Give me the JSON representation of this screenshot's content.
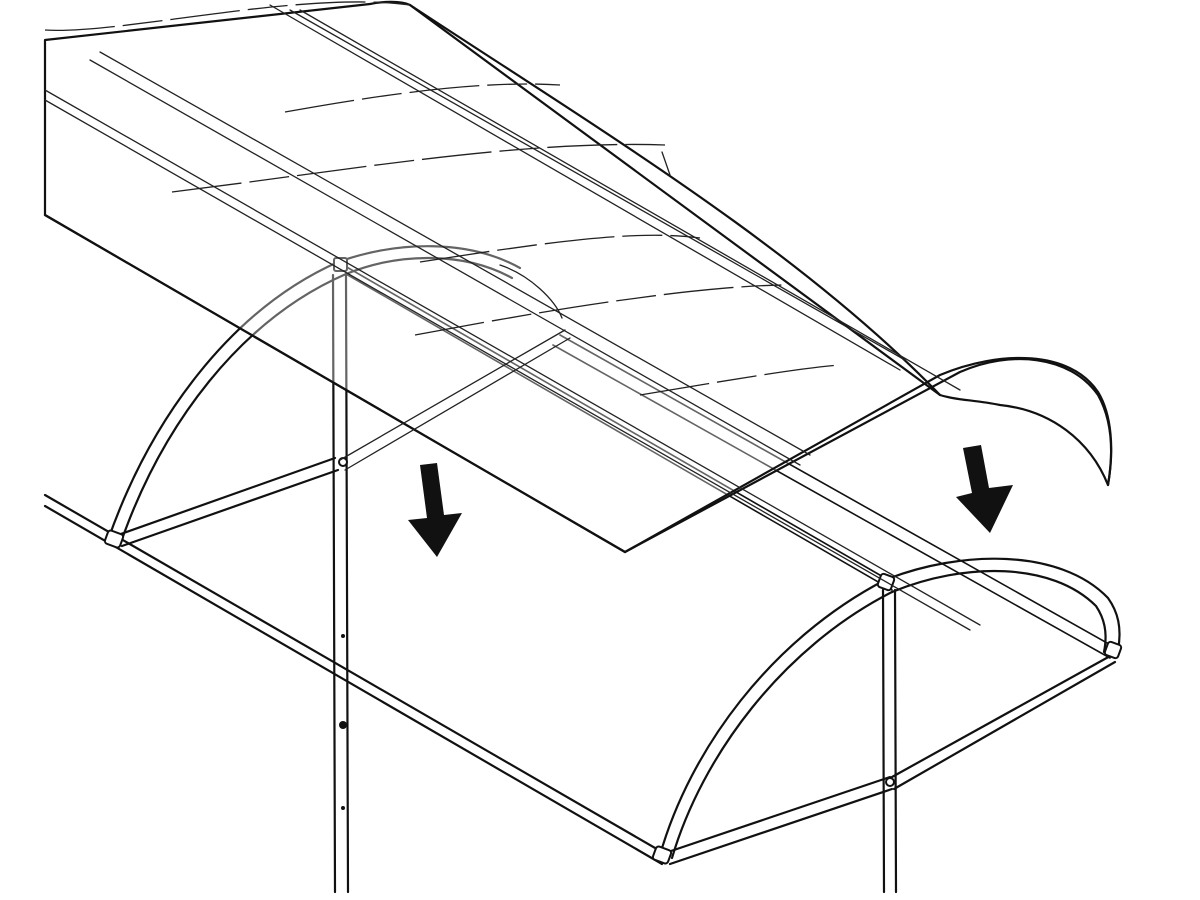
{
  "figure": {
    "kind": "assembly-illustration",
    "subject": "greenhouse-frame-with-cover",
    "cover_state": "being-lowered-onto-frame",
    "line_color": "#111111",
    "background_color": "#ffffff",
    "arrows": [
      {
        "name": "down-arrow-left",
        "direction": "down"
      },
      {
        "name": "down-arrow-right",
        "direction": "down"
      }
    ]
  }
}
